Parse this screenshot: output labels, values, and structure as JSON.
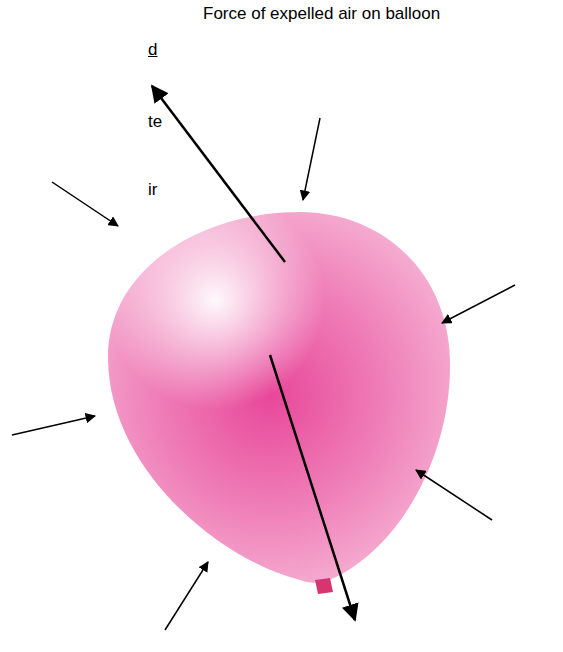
{
  "diagram": {
    "labels": [
      "Force of expelled air on balloon",
      "d",
      "te",
      "ir"
    ]
  }
}
